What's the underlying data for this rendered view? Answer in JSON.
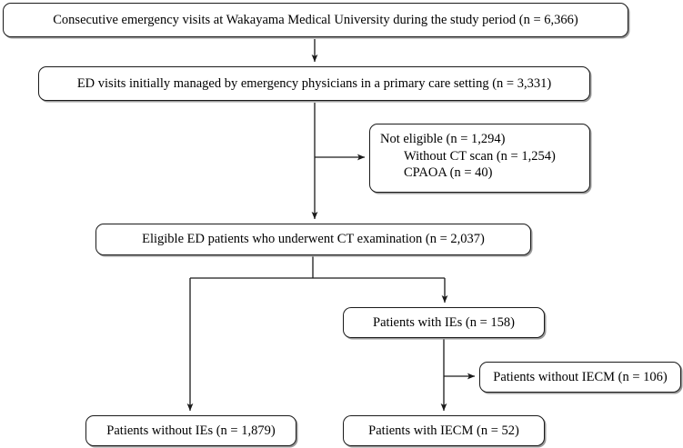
{
  "figure": {
    "type": "flowchart",
    "orientation": "top-down",
    "line_color": "#1a1a1a",
    "box_border_color": "#1a1a1a",
    "box_fill_color": "#ffffff",
    "shadow_color": "#9a9a9a",
    "text_color": "#000000"
  },
  "nodes": {
    "total_visits": {
      "id": "total-visits",
      "text": "Consecutive emergency visits at Wakayama Medical University during the study period (n = 6,366)",
      "n": 6366
    },
    "primary_care": {
      "id": "primary-care",
      "text": "ED visits initially managed by emergency physicians in a primary care setting (n = 3,331)",
      "n": 3331
    },
    "not_eligible": {
      "id": "not-eligible",
      "line1": "Not eligible (n = 1,294)",
      "line2": "Without CT scan (n = 1,254)",
      "line3": "CPAOA (n = 40)",
      "n": 1294,
      "without_ct_scan": 1254,
      "cpaoa": 40
    },
    "eligible_ct": {
      "id": "eligible-ct",
      "text": "Eligible ED patients who underwent CT examination (n = 2,037)",
      "n": 2037
    },
    "patients_with_ies": {
      "id": "patients-with-ies",
      "text": "Patients with IEs (n = 158)",
      "n": 158
    },
    "patients_without_iecm": {
      "id": "patients-without-iecm",
      "text": "Patients without IECM (n = 106)",
      "n": 106
    },
    "patients_without_ies": {
      "id": "patients-without-ies",
      "text": "Patients without IEs (n = 1,879)",
      "n": 1879
    },
    "patients_with_iecm": {
      "id": "patients-with-iecm",
      "text": "Patients with IECM (n = 52)",
      "n": 52
    }
  },
  "edges": [
    {
      "name": "total-to-primary-care",
      "from": "total_visits",
      "to": "primary_care",
      "kind": "arrow-down"
    },
    {
      "name": "primary-care-to-not-eligible",
      "from": "primary_care",
      "to": "not_eligible",
      "kind": "arrow-right"
    },
    {
      "name": "primary-care-to-eligible-ct",
      "from": "primary_care",
      "to": "eligible_ct",
      "kind": "arrow-down"
    },
    {
      "name": "eligible-ct-to-without-ies",
      "from": "eligible_ct",
      "to": "patients_without_ies",
      "kind": "elbow-arrow-down"
    },
    {
      "name": "eligible-ct-to-with-ies",
      "from": "eligible_ct",
      "to": "patients_with_ies",
      "kind": "elbow-arrow-down"
    },
    {
      "name": "with-ies-to-without-iecm",
      "from": "patients_with_ies",
      "to": "patients_without_iecm",
      "kind": "arrow-right"
    },
    {
      "name": "with-ies-to-with-iecm",
      "from": "patients_with_ies",
      "to": "patients_with_iecm",
      "kind": "arrow-down"
    }
  ]
}
